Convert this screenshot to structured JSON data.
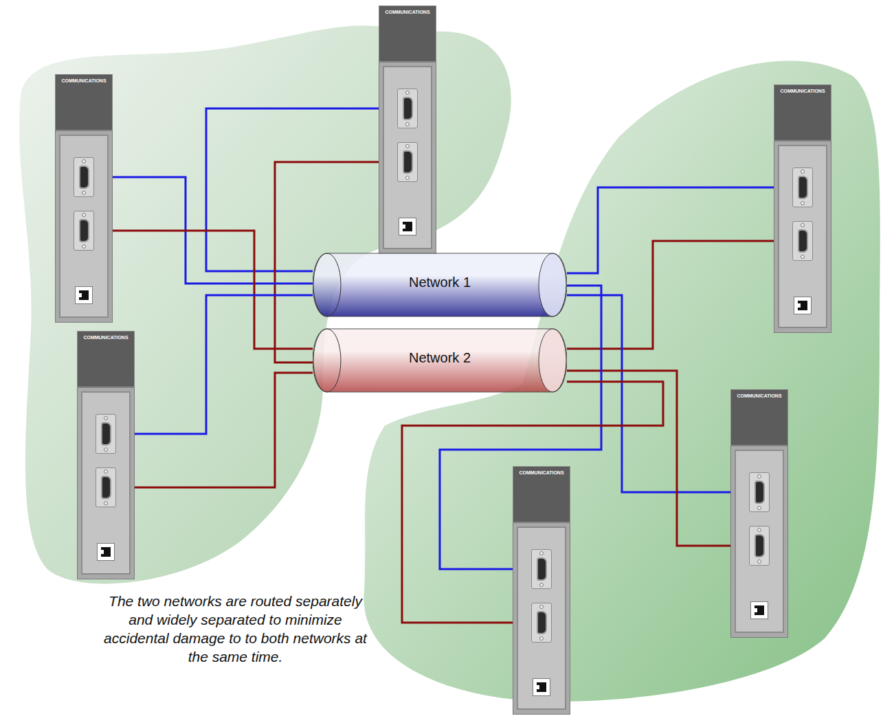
{
  "diagram": {
    "nodes": [
      {
        "text": [
          "COMMUNICATIONS"
        ]
      },
      {
        "text": [
          "COMMUNICATIONS"
        ]
      },
      {
        "text": [
          "COMMUNICATIONS"
        ]
      },
      {
        "text": [
          "Network 1"
        ]
      },
      {
        "text": [
          "Network 2"
        ]
      },
      {
        "text": [
          "COMMUNICATIONS"
        ]
      },
      {
        "text": [
          "COMMUNICATIONS"
        ]
      },
      {
        "text": [
          "COMMUNICATIONS"
        ]
      }
    ],
    "edges": [
      {
        "from": 0,
        "to": 3,
        "arrow": "none"
      },
      {
        "from": 0,
        "to": 4,
        "arrow": "none"
      },
      {
        "from": 1,
        "to": 3,
        "arrow": "none"
      },
      {
        "from": 1,
        "to": 4,
        "arrow": "none"
      },
      {
        "from": 2,
        "to": 3,
        "arrow": "none"
      },
      {
        "from": 2,
        "to": 4,
        "arrow": "none"
      },
      {
        "from": 5,
        "to": 3,
        "arrow": "none"
      },
      {
        "from": 5,
        "to": 4,
        "arrow": "none"
      },
      {
        "from": 6,
        "to": 3,
        "arrow": "none"
      },
      {
        "from": 6,
        "to": 4,
        "arrow": "none"
      },
      {
        "from": 7,
        "to": 3,
        "arrow": "none"
      },
      {
        "from": 7,
        "to": 4,
        "arrow": "none"
      }
    ],
    "labels": [
      "The two networks are routed separately and widely separated to minimize accidental damage to to both networks at the same time."
    ]
  }
}
